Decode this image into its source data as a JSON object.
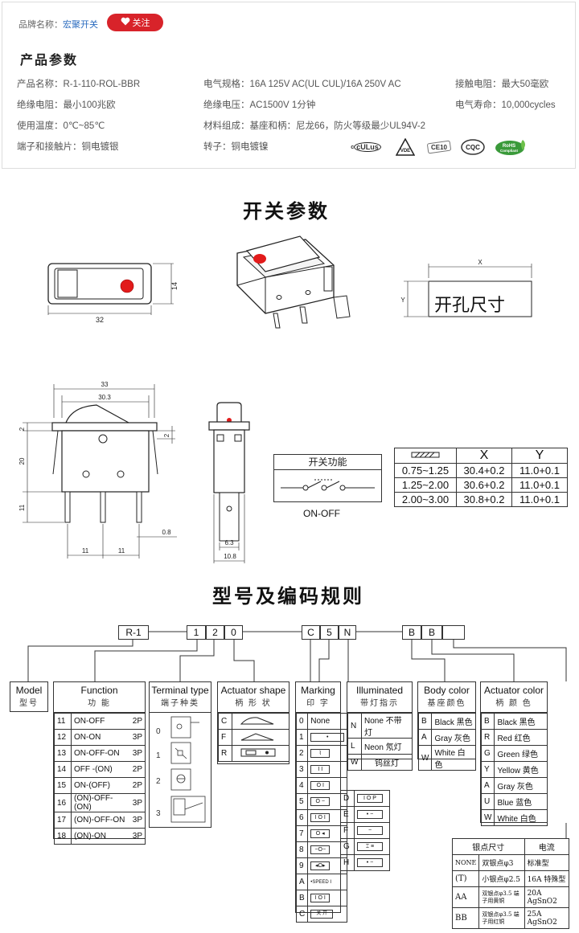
{
  "header": {
    "brand_label": "品牌名称：",
    "brand_value": "宏聚开关",
    "follow_label": "关注"
  },
  "product_params": {
    "title": "产品参数",
    "name": "产品名称：R-1-110-ROL-BBR",
    "electrical": "电气规格：16A  125V  AC(UL CUL)/16A 250V  AC",
    "contact_resistance": "接触电阻：最大50毫欧",
    "insulation_resistance": "绝缘电阻：最小100兆欧",
    "insulation_voltage": "绝缘电压：AC1500V 1分钟",
    "life": "电气寿命：10,000cycles",
    "temperature": "使用温度：0℃~85℃",
    "material": "材料组成：基座和柄：尼龙66，防火等级最少UL94V-2",
    "terminal": "端子和接触片：铜电镀银",
    "rotor": "转子：铜电镀镍",
    "certs": [
      "cULus",
      "VDE",
      "CE10",
      "CQC",
      "RoHS Compliant"
    ]
  },
  "switch_params": {
    "title": "开关参数",
    "dim_32": "32",
    "dim_14": "14",
    "dim_x": "X",
    "dim_y": "Y",
    "cutout_label": "开孔尺寸",
    "dim_33": "33",
    "dim_30_3": "30.3",
    "dim_2a": "2",
    "dim_2b": "2",
    "dim_20": "20",
    "dim_11_side": "11",
    "dim_11_a": "11",
    "dim_11_b": "11",
    "dim_0_8": "0.8",
    "dim_6_3": "6.3",
    "dim_10_8": "10.8",
    "function_box_title": "开关功能",
    "function_box_caption": "ON-OFF",
    "xy_table": {
      "headers": [
        "X",
        "Y"
      ],
      "rows": [
        [
          "0.75~1.25",
          "30.4+0.2",
          "11.0+0.1"
        ],
        [
          "1.25~2.00",
          "30.6+0.2",
          "11.0+0.1"
        ],
        [
          "2.00~3.00",
          "30.8+0.2",
          "11.0+0.1"
        ]
      ]
    }
  },
  "coding": {
    "title": "型号及编码规则",
    "code_cells": [
      "R-1",
      "1",
      "2",
      "0",
      "C",
      "5",
      "N",
      "B",
      "B",
      ""
    ],
    "model": {
      "en": "Model",
      "zh": "型号"
    },
    "function": {
      "en": "Function",
      "zh": "功  能",
      "rows": [
        [
          "11",
          "ON-OFF",
          "2P"
        ],
        [
          "12",
          "ON-ON",
          "3P"
        ],
        [
          "13",
          "ON-OFF-ON",
          "3P"
        ],
        [
          "14",
          "OFF -(ON)",
          "2P"
        ],
        [
          "15",
          "ON-(OFF)",
          "2P"
        ],
        [
          "16",
          "(ON)-OFF-(ON)",
          "3P"
        ],
        [
          "17",
          "(ON)-OFF-ON",
          "3P"
        ],
        [
          "18",
          "(ON)-ON",
          "3P"
        ]
      ]
    },
    "terminal_type": {
      "en": "Terminal type",
      "zh": "端子种类",
      "rows": [
        "0",
        "1",
        "2",
        "3"
      ]
    },
    "actuator_shape": {
      "en": "Actuator shape",
      "zh": "柄 形 状",
      "rows": [
        "C",
        "F",
        "R"
      ]
    },
    "marking": {
      "en": "Marking",
      "zh": "印  字",
      "rows": [
        "0",
        "1",
        "2",
        "3",
        "4",
        "5",
        "6",
        "7",
        "8",
        "9",
        "A",
        "B",
        "C"
      ],
      "row0_text": "None",
      "right_rows": [
        "D",
        "E",
        "F",
        "G",
        "H"
      ],
      "speed_text": "SPEED",
      "c_text": "关  开"
    },
    "illuminated": {
      "en": "Illuminated",
      "zh": "带灯指示",
      "rows": [
        [
          "N",
          "None 不带灯"
        ],
        [
          "L",
          "Neon 氖灯"
        ],
        [
          "W",
          "钨丝灯"
        ]
      ]
    },
    "body_color": {
      "en": "Body color",
      "zh": "基座颜色",
      "rows": [
        [
          "B",
          "Black 黑色"
        ],
        [
          "A",
          "Gray 灰色"
        ],
        [
          "W",
          "White 白色"
        ]
      ]
    },
    "actuator_color": {
      "en": "Actuator color",
      "zh": "柄 颜 色",
      "rows": [
        [
          "B",
          "Black 黑色"
        ],
        [
          "R",
          "Red  红色"
        ],
        [
          "G",
          "Green 绿色"
        ],
        [
          "Y",
          "Yellow 黄色"
        ],
        [
          "A",
          "Gray 灰色"
        ],
        [
          "U",
          "Blue  蓝色"
        ],
        [
          "W",
          "White 白色"
        ]
      ]
    },
    "silver": {
      "headers": [
        "银点尺寸",
        "电流"
      ],
      "rows": [
        [
          "NONE",
          "双银点φ3",
          "标准型"
        ],
        [
          "(T)",
          "小银点φ2.5",
          "16A 特殊型"
        ],
        [
          "AA",
          "双银点φ3.5 端子用黄铜",
          "20A AgSnO2"
        ],
        [
          "BB",
          "双银点φ3.5 端子用红铜",
          "25A AgSnO2"
        ]
      ]
    }
  }
}
